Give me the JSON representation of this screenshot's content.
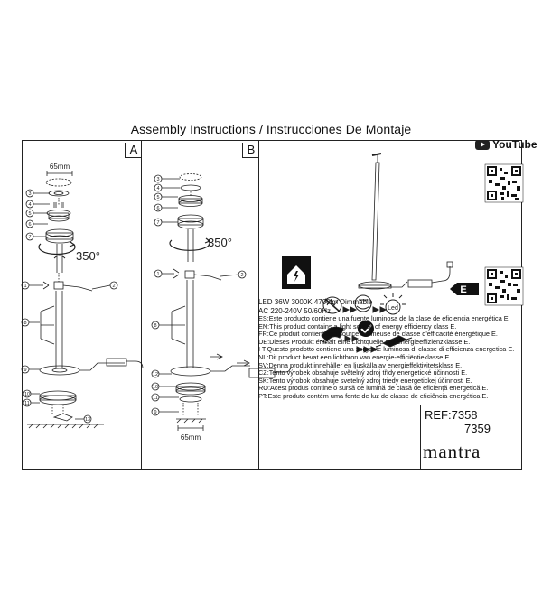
{
  "header": {
    "title": "Assembly Instructions / Instrucciones De Montaje"
  },
  "panels": {
    "a": {
      "letter": "A",
      "dimension": "65mm",
      "rotation": "350°",
      "callouts": [
        "3",
        "4",
        "5",
        "6",
        "7",
        "1",
        "2",
        "8",
        "9",
        "10",
        "11",
        "13"
      ]
    },
    "b": {
      "letter": "B",
      "dimension": "65mm",
      "rotation": "350°",
      "callouts": [
        "3",
        "4",
        "5",
        "6",
        "7",
        "1",
        "2",
        "8",
        "12",
        "10",
        "11",
        "9"
      ]
    }
  },
  "youtube": {
    "label": "YouTube",
    "icon": "youtube-play-icon"
  },
  "energy_label": {
    "class": "E",
    "spec_line1": "LED 36W 3000K 4700lm  Dimmable",
    "spec_line2": "AC 220-240V  50/60Hz",
    "lines": [
      "ES:Este producto contiene una fuente luminosa de la clase de eficiencia energética E.",
      "EN:This product contains a light source of energy efficiency class E.",
      "FR:Ce produit contient une source lumineuse de classe d'efficacité énergétique E.",
      "DE:Dieses Produkt enthält eine Lichtquelle der Energieeffizienzklasse E.",
      "I T:Questo prodotto contiene una sorgente luminosa di classe di efficienza energetica E.",
      "NL:Dit product bevat een lichtbron van energie-efficiëntieklasse E.",
      "SV:Denna produkt innehåller en ljuskälla av energieffektivitetsklass E.",
      "CZ:Tento výrobek obsahuje světelný zdroj třídy energetické účinnosti E.",
      "SK:Tento výrobok obsahuje svetelný zdroj triedy energetickej účinnosti E.",
      "RO:Acest produs conține o sursă de lumină de clasă de eficiență energetică E.",
      "PT:Este produto contém uma fonte de luz de classe de eficiência energética E."
    ]
  },
  "reference": {
    "line1": "REF:7358",
    "line2": "7359"
  },
  "brand": {
    "name": "mantra"
  },
  "icons": [
    "no-solvent-icon",
    "safety-mask-icon",
    "led-icon",
    "bend-icon",
    "check-icon",
    "driver-icon"
  ],
  "colors": {
    "line": "#222222",
    "background": "#ffffff"
  }
}
